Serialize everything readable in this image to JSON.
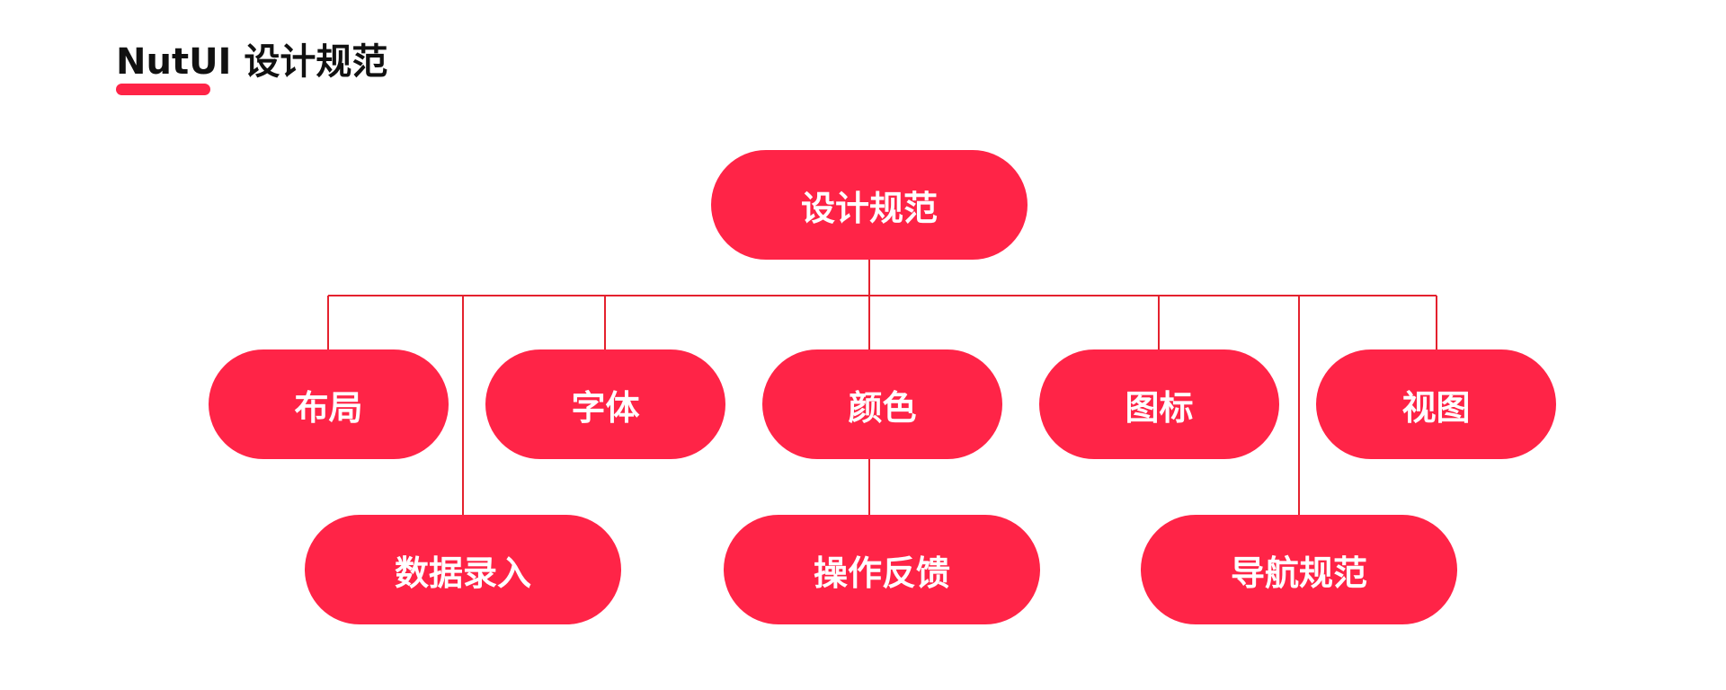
{
  "header": {
    "title": "NutUI 设计规范",
    "accent_color": "#ff2447"
  },
  "diagram": {
    "root": "设计规范",
    "children_row1": [
      "布局",
      "字体",
      "颜色",
      "图标",
      "视图"
    ],
    "children_row2": [
      "数据录入",
      "操作反馈",
      "导航规范"
    ],
    "node_color": "#ff2447",
    "line_color": "#e4212e"
  }
}
